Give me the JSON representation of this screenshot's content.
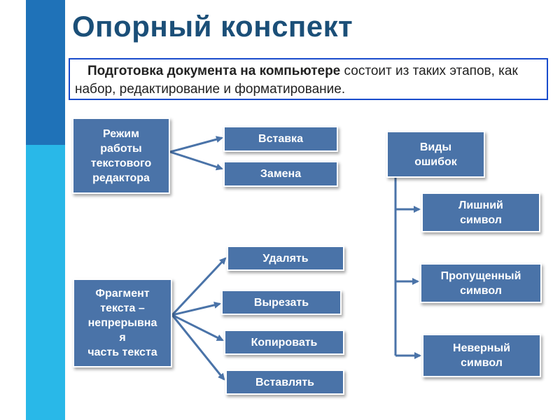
{
  "title": "Опорный конспект",
  "summary": {
    "bold": "Подготовка документа на компьютере",
    "rest": " состоит из таких этапов, как набор, редактирование и форматирование."
  },
  "diagram": {
    "mode": {
      "label": "Режим\nработы\nтекстового\nредактора",
      "children": [
        "Вставка",
        "Замена"
      ]
    },
    "fragment": {
      "label": "Фрагмент\nтекста –\nнепрерывна\nя\nчасть текста",
      "children": [
        "Удалять",
        "Вырезать",
        "Копировать",
        "Вставлять"
      ]
    },
    "errors": {
      "label": "Виды\nошибок",
      "children": [
        "Лишний\nсимвол",
        "Пропущенный\nсимвол",
        "Неверный\nсимвол"
      ]
    }
  },
  "colors": {
    "box": "#4a73a8",
    "arrow": "#4a73a8",
    "title": "#1b4f78",
    "stripe_dark": "#1f72b8",
    "stripe_light": "#29b8e8"
  }
}
